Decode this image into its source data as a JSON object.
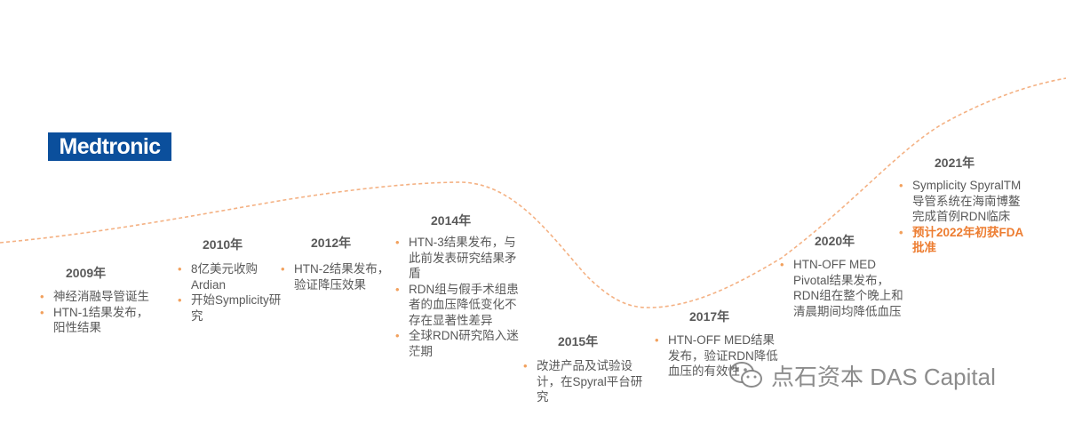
{
  "logo": {
    "text": "Medtronic"
  },
  "curve_color": "#f4b183",
  "accent_color": "#ed7d31",
  "milestones": [
    {
      "year": "2009年",
      "items": [
        "神经消融导管诞生",
        "HTN-1结果发布，阳性结果"
      ]
    },
    {
      "year": "2010年",
      "items": [
        "8亿美元收购Ardian",
        "开始Symplicity研究"
      ]
    },
    {
      "year": "2012年",
      "items": [
        "HTN-2结果发布，验证降压效果"
      ]
    },
    {
      "year": "2014年",
      "items": [
        "HTN-3结果发布，与此前发表研究结果矛盾",
        "RDN组与假手术组患者的血压降低变化不存在显著性差异",
        "全球RDN研究陷入迷茫期"
      ]
    },
    {
      "year": "2015年",
      "items": [
        "改进产品及试验设计，在Spyral平台研究"
      ]
    },
    {
      "year": "2017年",
      "items": [
        "HTN-OFF MED结果发布，验证RDN降低血压的有效性"
      ]
    },
    {
      "year": "2020年",
      "items": [
        "HTN-OFF MED Pivotal结果发布，RDN组在整个晚上和清晨期间均降低血压"
      ]
    },
    {
      "year": "2021年",
      "items": [
        "Symplicity SpyralTM导管系统在海南博鳌完成首例RDN临床",
        "预计2022年初获FDA批准"
      ]
    }
  ],
  "watermark": {
    "text": "点石资本 DAS Capital",
    "icon": "wechat-icon"
  }
}
